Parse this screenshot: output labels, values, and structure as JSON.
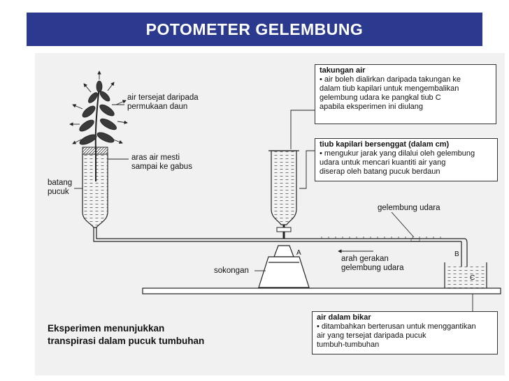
{
  "title": "POTOMETER GELEMBUNG",
  "labels": {
    "air_tersejat": [
      "air tersejat daripada",
      "permukaan daun"
    ],
    "aras_air": [
      "aras air mesti",
      "sampai ke gabus"
    ],
    "batang_pucuk": [
      "batang",
      "pucuk"
    ],
    "sokongan": "sokongan",
    "gelembung_udara": "gelembung udara",
    "arah_gerakan": [
      "arah gerakan",
      "gelembung udara"
    ],
    "point_a": "A",
    "point_b": "B",
    "point_c": "C"
  },
  "boxes": {
    "takungan": {
      "title": "takungan air",
      "lines": [
        "•  air boleh dialirkan daripada takungan ke",
        "    dalam tiub kapilari untuk mengembalikan",
        "    gelembung udara ke pangkal tiub C",
        "    apabila eksperimen ini diulang"
      ]
    },
    "tiub": {
      "title": "tiub kapilari bersenggat (dalam cm)",
      "lines": [
        "•  mengukur jarak yang dilalui oleh gelembung",
        "    udara untuk mencari kuantiti air yang",
        "    diserap oleh batang pucuk berdaun"
      ]
    },
    "bikar": {
      "title": "air dalam bikar",
      "lines": [
        "•  ditambahkan berterusan untuk menggantikan",
        "    air yang tersejat daripada pucuk",
        "    tumbuh-tumbuhan"
      ]
    }
  },
  "caption": [
    "Eksperimen menunjukkan",
    "transpirasi dalam pucuk tumbuhan"
  ]
}
